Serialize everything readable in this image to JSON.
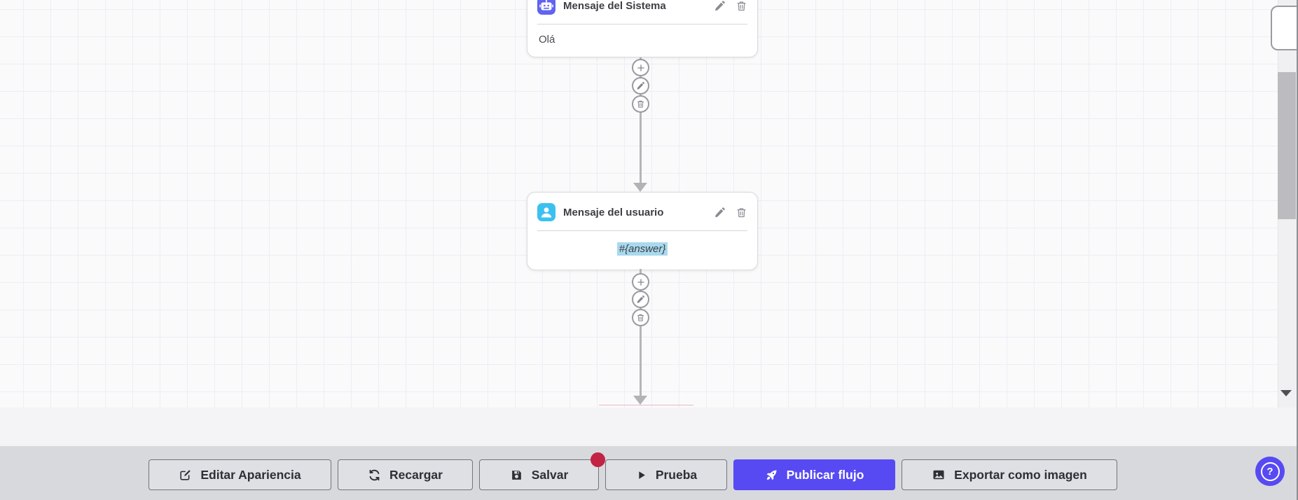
{
  "flow": {
    "nodes": [
      {
        "title": "Mensaje del Sistema",
        "content": "Olá",
        "icon": "robot-icon",
        "icon_bg": "#6163f1"
      },
      {
        "title": "Mensaje del usuario",
        "content": "#{answer}",
        "icon": "user-icon",
        "icon_bg": "#3bc1ef",
        "content_highlight": "#a8d9ee"
      }
    ],
    "connector_actions": [
      "add",
      "edit",
      "delete"
    ]
  },
  "toolbar": {
    "buttons": [
      {
        "label": "Editar Apariencia",
        "icon": "edit-icon"
      },
      {
        "label": "Recargar",
        "icon": "refresh-icon"
      },
      {
        "label": "Salvar",
        "icon": "save-icon",
        "badge": true
      },
      {
        "label": "Prueba",
        "icon": "play-icon"
      },
      {
        "label": "Publicar flujo",
        "icon": "rocket-icon",
        "primary": true
      },
      {
        "label": "Exportar como imagen",
        "icon": "image-icon"
      }
    ]
  },
  "help": {
    "label": "?"
  },
  "colors": {
    "primary": "#574af2",
    "badge_red": "#c22343",
    "system_icon_bg": "#6163f1",
    "user_icon_bg": "#3bc1ef",
    "content_highlight": "#a8d9ee",
    "toolbar_bg": "#d8d9dd",
    "connector_gray": "#b5b5ba"
  }
}
